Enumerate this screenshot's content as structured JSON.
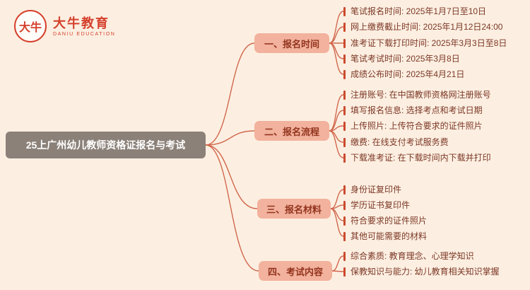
{
  "brand": {
    "logo_circle_text": "大牛",
    "name": "大牛教育",
    "subtitle": "DANIU EDUCATION"
  },
  "root": {
    "title": "25上广州幼儿教师资格证报名与考试"
  },
  "branches": [
    {
      "label": "一、报名时间",
      "items": [
        "笔试报名时间: 2025年1月7日至10日",
        "网上缴费截止时间: 2025年1月12日24:00",
        "准考证下载打印时间: 2025年3月3日至8日",
        "笔试考试时间: 2025年3月8日",
        "成绩公布时间: 2025年4月21日"
      ]
    },
    {
      "label": "二、报名流程",
      "items": [
        "注册账号: 在中国教师资格网注册账号",
        "填写报名信息: 选择考点和考试日期",
        "上传照片: 上传符合要求的证件照片",
        "缴费: 在线支付考试服务费",
        "下载准考证: 在下载时间内下载并打印"
      ]
    },
    {
      "label": "三、报名材料",
      "items": [
        "身份证复印件",
        "学历证书复印件",
        "符合要求的证件照片",
        "其他可能需要的材料"
      ]
    },
    {
      "label": "四、考试内容",
      "items": [
        "综合素质: 教育理念、心理学知识",
        "保教知识与能力: 幼儿教育相关知识掌握"
      ]
    }
  ],
  "colors": {
    "background": "#fcefe1",
    "root_node_bg": "#8b8179",
    "root_node_text": "#ffffff",
    "branch_node_bg": "#f2b29d",
    "branch_node_text": "#93341e",
    "leaf_text": "#7c3726",
    "accent_red": "#cc4a2f",
    "connector_line": "#d2684e",
    "brand_red": "#d5402c"
  }
}
